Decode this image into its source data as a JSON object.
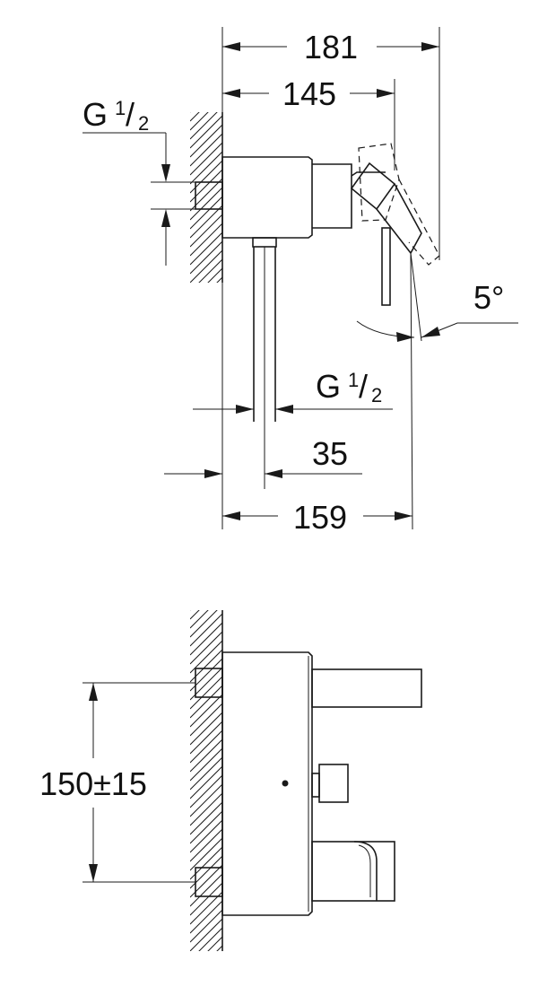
{
  "top_view": {
    "dim_overall_width": "181",
    "dim_body_width": "145",
    "dim_outlet_offset": "159",
    "dim_outlet_pos": "35",
    "angle": "5°",
    "thread_inlet": {
      "base": "G",
      "num": "1",
      "slash": "/",
      "den": "2"
    },
    "thread_outlet": {
      "base": "G",
      "num": "1",
      "slash": "/",
      "den": "2"
    }
  },
  "front_view": {
    "dim_center_distance": "150±15"
  },
  "colors": {
    "line": "#1a1a1a",
    "background": "#ffffff"
  }
}
